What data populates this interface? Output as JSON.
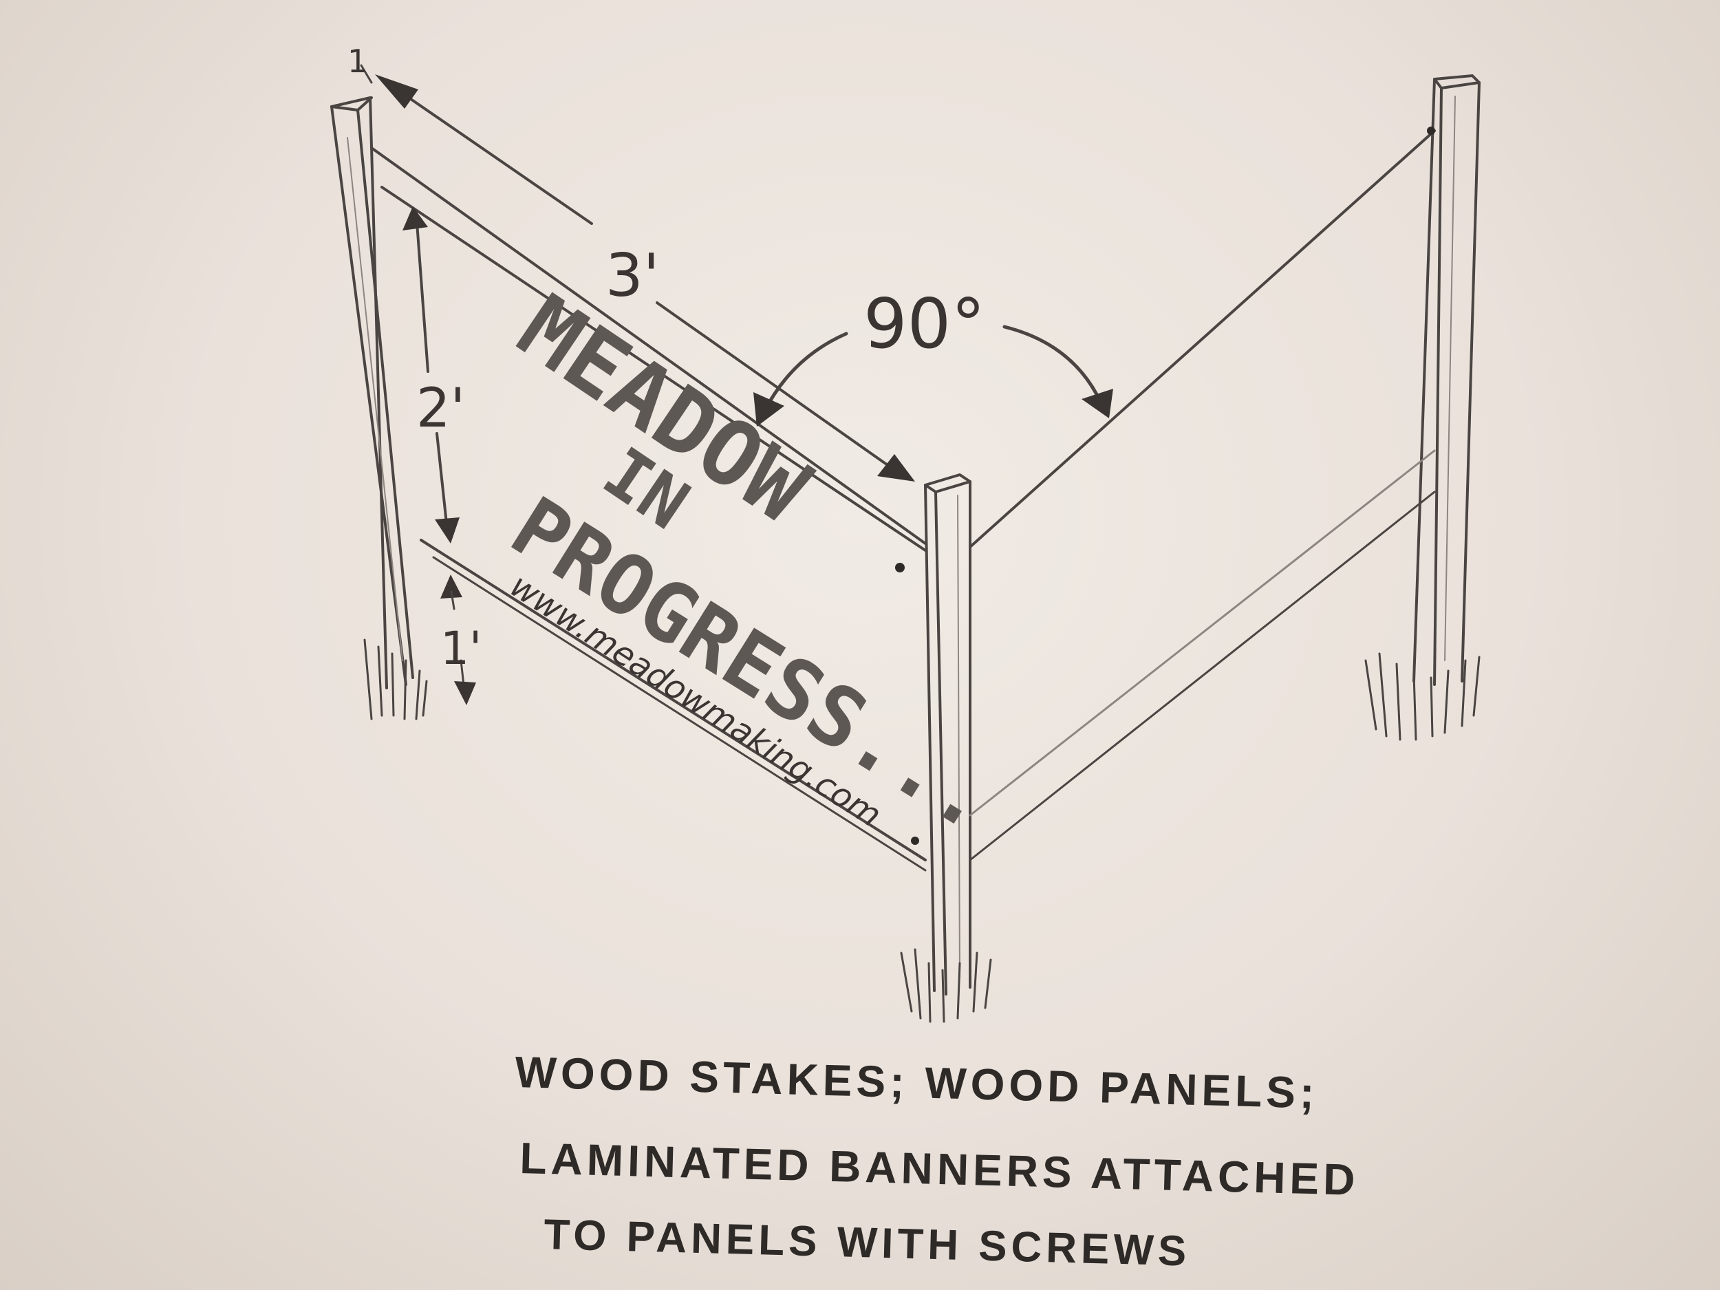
{
  "dimensions": {
    "width_label": "3'",
    "height_label": "2'",
    "ground_clearance_label": "1'",
    "angle_label": "90°",
    "top_marker_label": "1"
  },
  "sign": {
    "line1": "MEADOW",
    "line2": "IN",
    "line3": "PROGRESS...",
    "url": "www.meadowmaking.com"
  },
  "caption": {
    "line1": "WOOD STAKES; WOOD PANELS;",
    "line2": "LAMINATED BANNERS ATTACHED",
    "line3": "TO PANELS WITH SCREWS"
  }
}
